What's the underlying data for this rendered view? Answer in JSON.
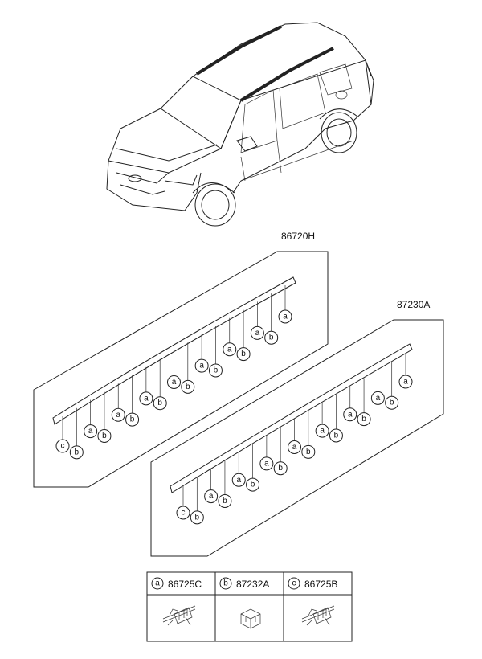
{
  "parts": [
    {
      "id": "upper",
      "part_number": "86720H"
    },
    {
      "id": "lower",
      "part_number": "87230A"
    }
  ],
  "legend": [
    {
      "letter": "a",
      "code": "86725C",
      "icon": "clip-icon"
    },
    {
      "letter": "b",
      "code": "87232A",
      "icon": "fastener-icon"
    },
    {
      "letter": "c",
      "code": "86725B",
      "icon": "clip-icon"
    }
  ],
  "upper_clip_letters": [
    "c",
    "b",
    "a",
    "b",
    "a",
    "b",
    "a",
    "b",
    "a",
    "b",
    "a",
    "b",
    "a",
    "b",
    "a",
    "b",
    "a"
  ],
  "lower_clip_letters": [
    "c",
    "b",
    "a",
    "b",
    "a",
    "b",
    "a",
    "b",
    "a",
    "b",
    "a",
    "b",
    "a",
    "b",
    "a",
    "b",
    "a"
  ]
}
